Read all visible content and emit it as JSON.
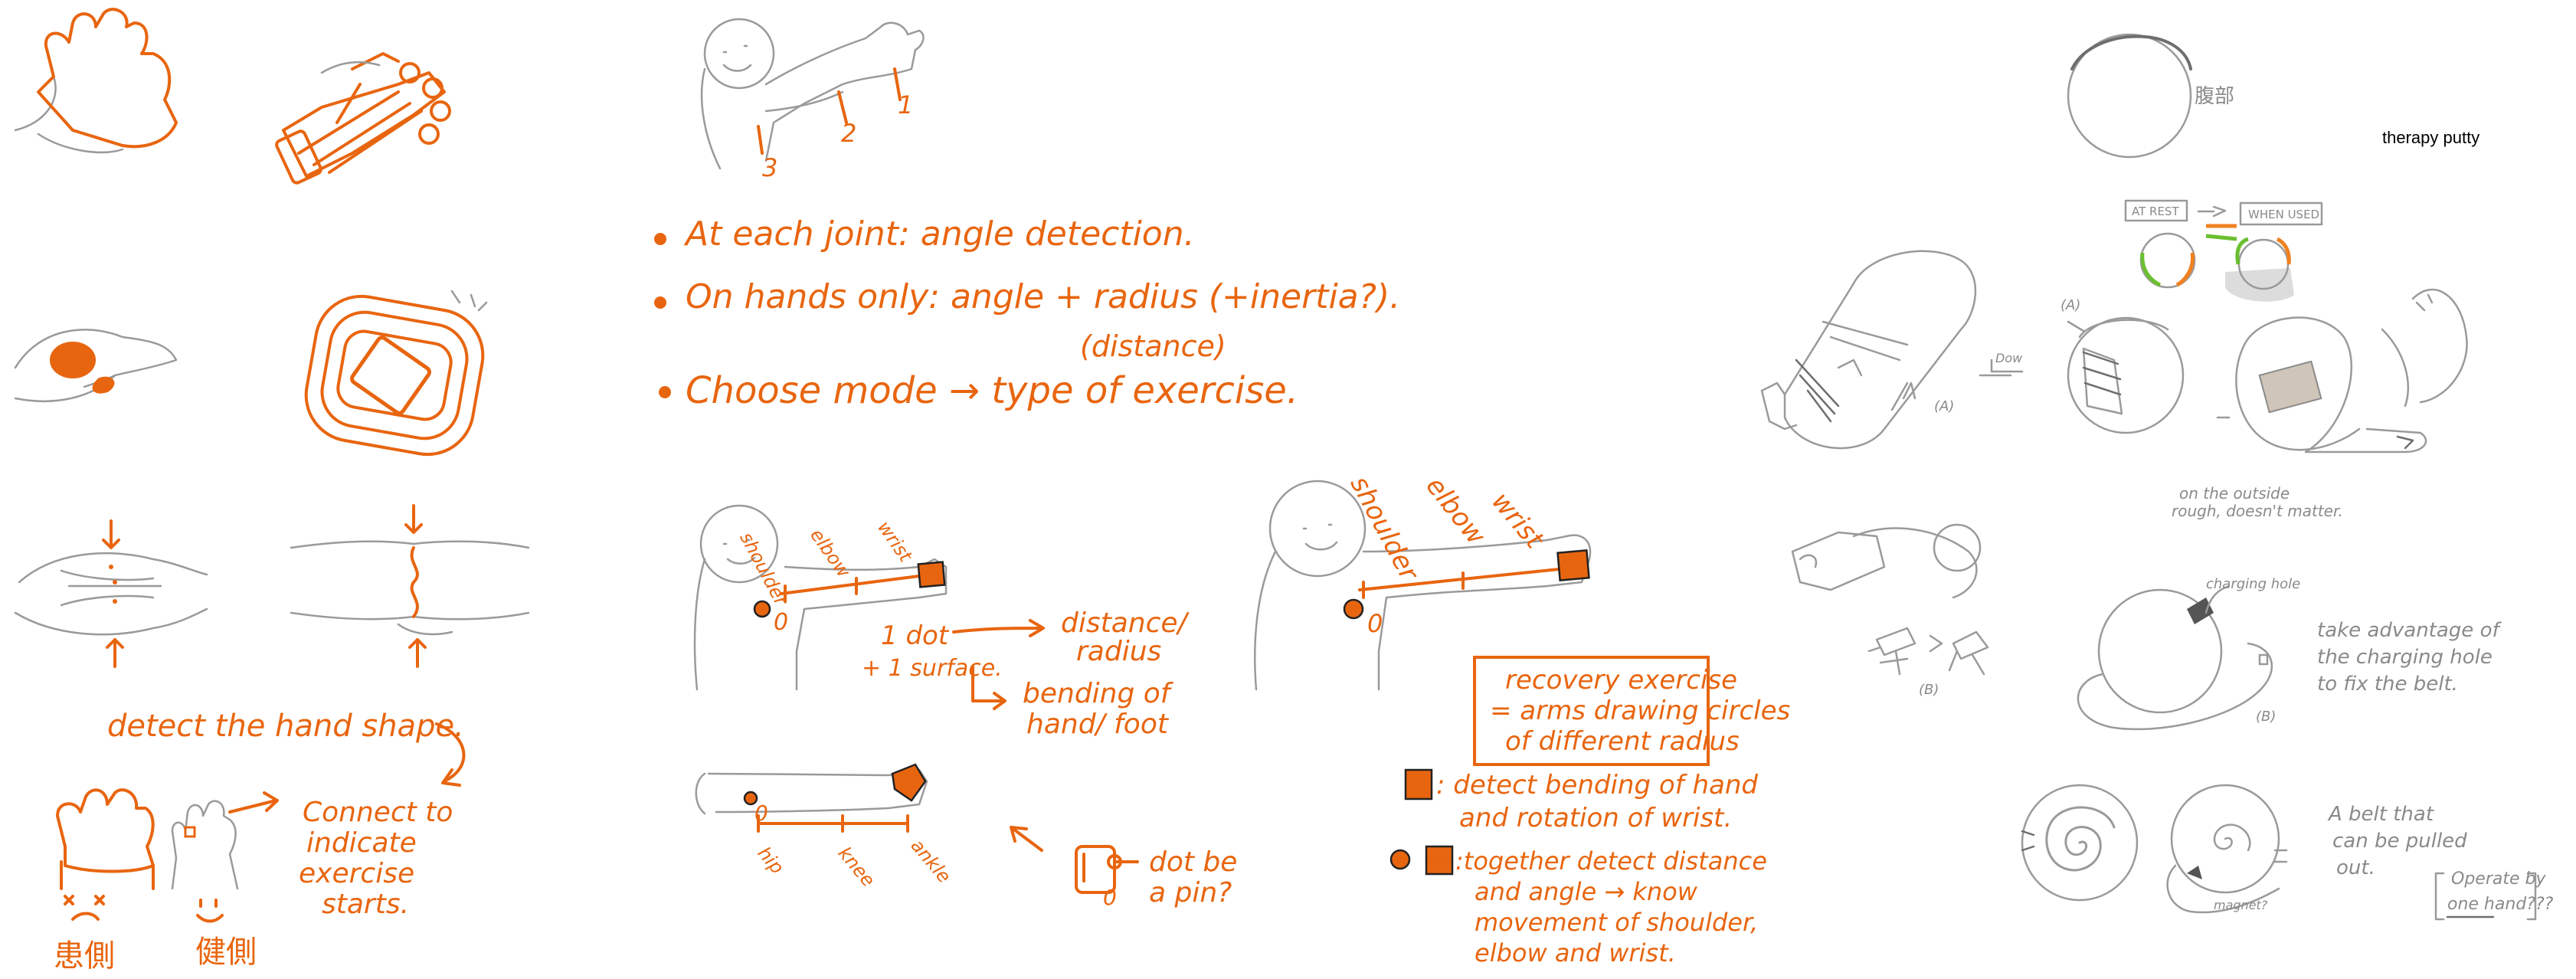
{
  "bullets": {
    "joint": "At each joint: angle detection.",
    "hands": "On hands only: angle + radius (+inertia?).",
    "distance_note": "(distance)",
    "mode": "Choose mode → type of exercise."
  },
  "arm_numbers": [
    "1",
    "2",
    "3"
  ],
  "left_notes": {
    "detect_shape": "detect the hand shape.",
    "connect": [
      "Connect to",
      "indicate",
      "exercise",
      "starts."
    ],
    "sick": "患側",
    "healthy": "健側"
  },
  "arm_diagram_small": {
    "labels": [
      "shoulder",
      "elbow",
      "wrist"
    ],
    "zero": "0",
    "one_dot": "1 dot",
    "one_surface": "+ 1 surface.",
    "distance": "distance/",
    "radius": "radius",
    "bending": "bending of",
    "hand_foot": "hand/ foot"
  },
  "leg_diagram": {
    "labels": [
      "hip",
      "knee",
      "ankle"
    ],
    "zero": "0"
  },
  "pin_note": {
    "zero": "0",
    "line1": "dot be",
    "line2": "a pin?"
  },
  "arm_diagram_large": {
    "labels": [
      "shoulder",
      "elbow",
      "wrist"
    ],
    "zero": "0"
  },
  "recovery_box": [
    "recovery exercise",
    "= arms drawing circles",
    "of different radius"
  ],
  "legend": {
    "square_note": [
      ": detect bending of hand",
      "and rotation of wrist."
    ],
    "combo_note": [
      ":together detect distance",
      "and angle → know",
      "movement of shoulder,",
      "elbow and wrist."
    ]
  },
  "right_notes": {
    "chinese_label": "腹部",
    "therapy_putty": "therapy putty",
    "at_rest": "AT REST",
    "when_used": "WHEN USED",
    "dow": "Dow",
    "a_label": "(A)",
    "a_label_2": "(A)",
    "b_label": "(B)",
    "b_label_2": "(B)",
    "outside_note": [
      "on the outside",
      "rough, doesn't matter."
    ],
    "charging_hole": "charging hole",
    "take_advantage": [
      "take advantage of",
      "the charging hole",
      "to fix the belt."
    ],
    "belt_note": [
      "A belt that",
      "can be pulled",
      "out."
    ],
    "operate": [
      "Operate by",
      "one hand???"
    ],
    "magnet": "magnet?"
  },
  "colors": {
    "ink_orange": "#e8650f",
    "ink_gray": "#9a9a9a",
    "paper": "#ffffff"
  }
}
